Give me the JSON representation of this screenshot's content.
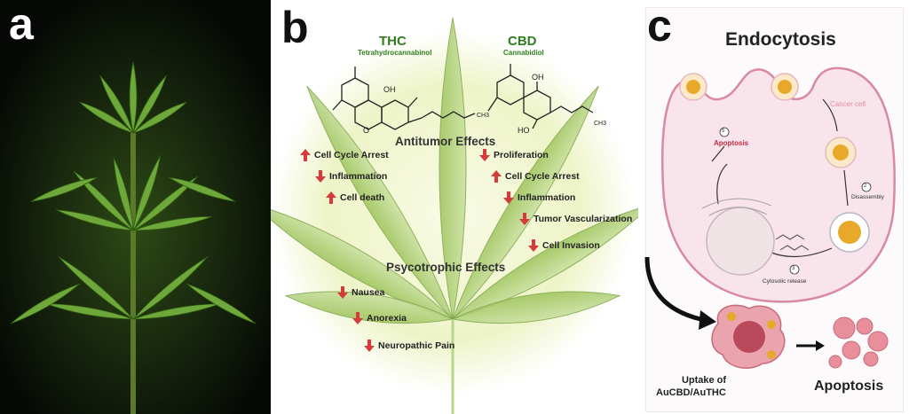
{
  "panel_a": {
    "label": "a"
  },
  "panel_b": {
    "label": "b",
    "thc": {
      "name": "THC",
      "full": "Tetrahydrocannabinol"
    },
    "cbd": {
      "name": "CBD",
      "full": "Cannabidiol"
    },
    "antitumor": {
      "title": "Antitumor Effects",
      "thc_effects": [
        {
          "text": "Cell Cycle Arrest",
          "dir": "up"
        },
        {
          "text": "Inflammation",
          "dir": "down"
        },
        {
          "text": "Cell death",
          "dir": "up"
        }
      ],
      "cbd_effects": [
        {
          "text": "Proliferation",
          "dir": "down"
        },
        {
          "text": "Cell Cycle Arrest",
          "dir": "up"
        },
        {
          "text": "Inflammation",
          "dir": "down"
        },
        {
          "text": "Tumor Vascularization",
          "dir": "down"
        },
        {
          "text": "Cell Invasion",
          "dir": "down"
        }
      ]
    },
    "psycotrophic": {
      "title": "Psycotrophic Effects",
      "effects": [
        {
          "text": "Nausea",
          "dir": "down"
        },
        {
          "text": "Anorexia",
          "dir": "down"
        },
        {
          "text": "Neuropathic Pain",
          "dir": "down"
        }
      ]
    },
    "molecule_labels": {
      "oh": "OH",
      "o": "O",
      "ho": "HO",
      "ch3": "CH3"
    }
  },
  "panel_c": {
    "label": "c",
    "title": "Endocytosis",
    "cancer_cell": "Cancer cell",
    "step_apoptosis_num": "5",
    "step_apoptosis": "Apoptosis",
    "step_disassembly_num": "2",
    "step_disassembly": "Disassembly",
    "step_cytosolic_num": "3",
    "step_cytosolic": "Cytosolic release",
    "uptake_line1": "Uptake of",
    "uptake_line2": "AuCBD/AuTHC",
    "apoptosis_big": "Apoptosis"
  },
  "colors": {
    "up_arrow": "#d63a3a",
    "down_arrow": "#d63a3a",
    "green_title": "#2f7d1e",
    "cell_fill": "#f8e4ea",
    "cell_stroke": "#d98aa0",
    "nanoparticle": "#e8a92a"
  }
}
